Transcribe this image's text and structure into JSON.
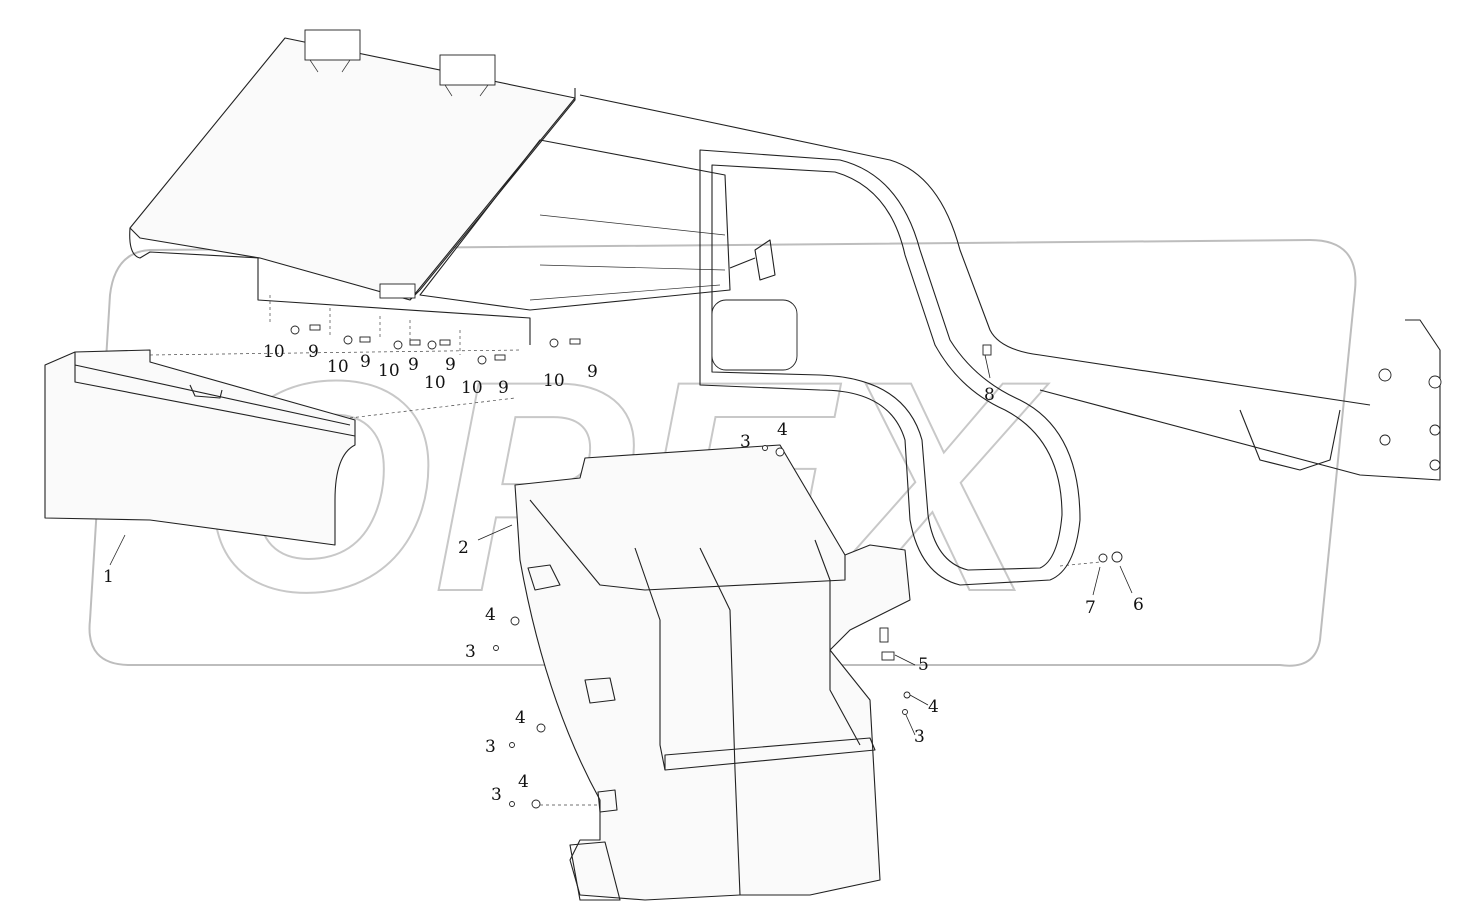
{
  "watermark": {
    "text": "OPEX"
  },
  "callouts": [
    {
      "id": "c1",
      "label": "1"
    },
    {
      "id": "c2",
      "label": "2"
    },
    {
      "id": "c3a",
      "label": "3"
    },
    {
      "id": "c4a",
      "label": "4"
    },
    {
      "id": "c3b",
      "label": "3"
    },
    {
      "id": "c4b",
      "label": "4"
    },
    {
      "id": "c3c",
      "label": "3"
    },
    {
      "id": "c4c",
      "label": "4"
    },
    {
      "id": "c3d",
      "label": "3"
    },
    {
      "id": "c4d",
      "label": "4"
    },
    {
      "id": "c3e",
      "label": "3"
    },
    {
      "id": "c4e",
      "label": "4"
    },
    {
      "id": "c5",
      "label": "5"
    },
    {
      "id": "c6",
      "label": "6"
    },
    {
      "id": "c7",
      "label": "7"
    },
    {
      "id": "c8",
      "label": "8"
    },
    {
      "id": "c9a",
      "label": "9"
    },
    {
      "id": "c9b",
      "label": "9"
    },
    {
      "id": "c9c",
      "label": "9"
    },
    {
      "id": "c9d",
      "label": "9"
    },
    {
      "id": "c9e",
      "label": "9"
    },
    {
      "id": "c9f",
      "label": "9"
    },
    {
      "id": "c10a",
      "label": "10"
    },
    {
      "id": "c10b",
      "label": "10"
    },
    {
      "id": "c10c",
      "label": "10"
    },
    {
      "id": "c10d",
      "label": "10"
    },
    {
      "id": "c10e",
      "label": "10"
    },
    {
      "id": "c10f",
      "label": "10"
    }
  ]
}
